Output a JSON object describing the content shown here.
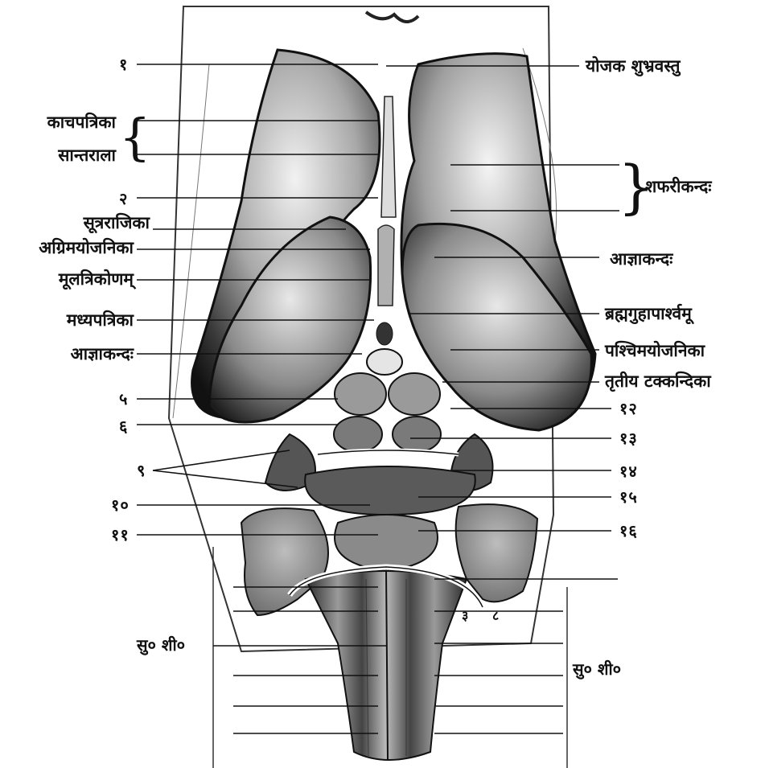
{
  "labels_left": {
    "n1": "१",
    "kachapatrika": "काचपत्रिका",
    "santarala": "सान्तराला",
    "n2": "२",
    "sutrarajika": "सूत्रराजिका",
    "agrimayojanika": "अग्रिमयोजनिका",
    "mulatrikonam": "मूलत्रिकोणम्",
    "madhyapatrika": "मध्यपत्रिका",
    "ajnakanda": "आज्ञाकन्दः",
    "n5": "५",
    "n6": "६",
    "n9": "९",
    "n10": "१०",
    "n11": "११",
    "sushi": "सु० शी०"
  },
  "labels_right": {
    "yojaka": "योजक शुभ्रवस्तु",
    "shaphari": "शफरीकन्दः",
    "ajnakanda": "आज्ञाकन्दः",
    "brahma": "ब्रह्मगुहापार्श्वमू",
    "pashchima": "पश्चिमयोजनिका",
    "tritiya": "तृतीय टक्कन्दिका",
    "n12": "१२",
    "n13": "१३",
    "n14": "१४",
    "n15": "१५",
    "n16": "१६",
    "sushi": "सु० शी०"
  },
  "labels_inner": {
    "n3": "३",
    "n8": "८"
  },
  "colors": {
    "ink": "#111111",
    "lobe_dark": "#2a2a2a",
    "lobe_mid": "#6a6a6a",
    "lobe_light": "#d8d8d8",
    "paper": "#ffffff"
  }
}
